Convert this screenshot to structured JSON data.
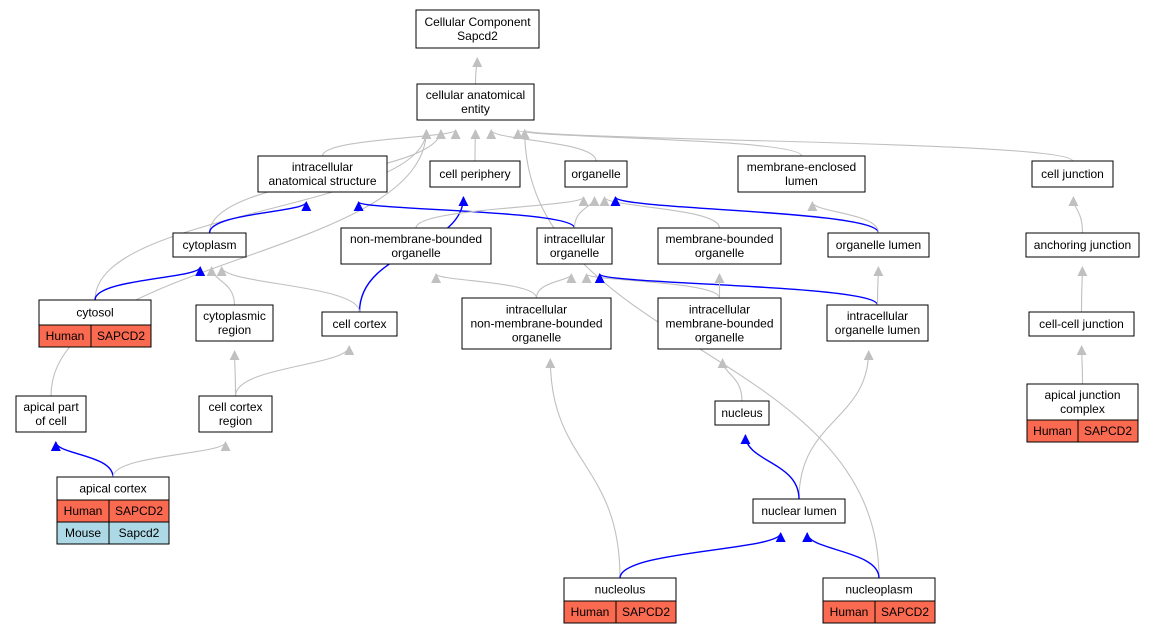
{
  "title": "Cellular Component Sapcd2",
  "colors": {
    "is_a_edge": "#c0c0c0",
    "part_of_edge": "#0000ff",
    "node_border": "#000000",
    "human": "#fa6a50",
    "mouse": "#add8e6"
  },
  "nodes": {
    "root": {
      "lines": [
        "Cellular Component",
        "Sapcd2"
      ]
    },
    "cae": {
      "lines": [
        "cellular anatomical",
        "entity"
      ]
    },
    "ias": {
      "lines": [
        "intracellular",
        "anatomical structure"
      ]
    },
    "periphery": {
      "lines": [
        "cell periphery"
      ]
    },
    "organelle": {
      "lines": [
        "organelle"
      ]
    },
    "mel": {
      "lines": [
        "membrane-enclosed",
        "lumen"
      ]
    },
    "junction": {
      "lines": [
        "cell junction"
      ]
    },
    "cytoplasm": {
      "lines": [
        "cytoplasm"
      ]
    },
    "nmbo": {
      "lines": [
        "non-membrane-bounded",
        "organelle"
      ]
    },
    "io": {
      "lines": [
        "intracellular",
        "organelle"
      ]
    },
    "mbo": {
      "lines": [
        "membrane-bounded",
        "organelle"
      ]
    },
    "olumen": {
      "lines": [
        "organelle lumen"
      ]
    },
    "anchoring": {
      "lines": [
        "anchoring junction"
      ]
    },
    "cytosol": {
      "lines": [
        "cytosol"
      ],
      "genes": [
        [
          "Human",
          "SAPCD2"
        ]
      ]
    },
    "cregion": {
      "lines": [
        "cytoplasmic",
        "region"
      ]
    },
    "cortex": {
      "lines": [
        "cell cortex"
      ]
    },
    "inmbo": {
      "lines": [
        "intracellular",
        "non-membrane-bounded",
        "organelle"
      ]
    },
    "imbo": {
      "lines": [
        "intracellular",
        "membrane-bounded",
        "organelle"
      ]
    },
    "iolumen": {
      "lines": [
        "intracellular",
        "organelle lumen"
      ]
    },
    "ccj": {
      "lines": [
        "cell-cell junction"
      ]
    },
    "apicalpart": {
      "lines": [
        "apical part",
        "of cell"
      ]
    },
    "ccregion": {
      "lines": [
        "cell cortex",
        "region"
      ]
    },
    "nucleus": {
      "lines": [
        "nucleus"
      ]
    },
    "ajc": {
      "lines": [
        "apical junction",
        "complex"
      ],
      "genes": [
        [
          "Human",
          "SAPCD2"
        ]
      ]
    },
    "apicalcortex": {
      "lines": [
        "apical cortex"
      ],
      "genes": [
        [
          "Human",
          "SAPCD2"
        ],
        [
          "Mouse",
          "Sapcd2"
        ]
      ]
    },
    "nlumen": {
      "lines": [
        "nuclear lumen"
      ]
    },
    "nucleolus": {
      "lines": [
        "nucleolus"
      ],
      "genes": [
        [
          "Human",
          "SAPCD2"
        ]
      ]
    },
    "nucleoplasm": {
      "lines": [
        "nucleoplasm"
      ],
      "genes": [
        [
          "Human",
          "SAPCD2"
        ]
      ]
    }
  },
  "edges": [
    [
      "cae",
      "root",
      "is_a"
    ],
    [
      "ias",
      "cae",
      "is_a"
    ],
    [
      "periphery",
      "cae",
      "is_a"
    ],
    [
      "organelle",
      "cae",
      "is_a"
    ],
    [
      "mel",
      "cae",
      "is_a"
    ],
    [
      "junction",
      "cae",
      "is_a"
    ],
    [
      "cytoplasm",
      "cae",
      "is_a"
    ],
    [
      "cytosol",
      "cae",
      "is_a"
    ],
    [
      "apicalpart",
      "cae",
      "is_a"
    ],
    [
      "nucleoplasm",
      "cae",
      "is_a"
    ],
    [
      "cytoplasm",
      "ias",
      "part_of"
    ],
    [
      "io",
      "ias",
      "part_of"
    ],
    [
      "cortex",
      "periphery",
      "part_of"
    ],
    [
      "nmbo",
      "organelle",
      "is_a"
    ],
    [
      "io",
      "organelle",
      "is_a"
    ],
    [
      "mbo",
      "organelle",
      "is_a"
    ],
    [
      "olumen",
      "organelle",
      "part_of"
    ],
    [
      "olumen",
      "mel",
      "is_a"
    ],
    [
      "anchoring",
      "junction",
      "is_a"
    ],
    [
      "cytosol",
      "cytoplasm",
      "part_of"
    ],
    [
      "cregion",
      "cytoplasm",
      "is_a"
    ],
    [
      "cortex",
      "cytoplasm",
      "is_a"
    ],
    [
      "inmbo",
      "nmbo",
      "is_a"
    ],
    [
      "inmbo",
      "io",
      "is_a"
    ],
    [
      "imbo",
      "io",
      "is_a"
    ],
    [
      "iolumen",
      "io",
      "part_of"
    ],
    [
      "imbo",
      "mbo",
      "is_a"
    ],
    [
      "iolumen",
      "olumen",
      "is_a"
    ],
    [
      "ccj",
      "anchoring",
      "is_a"
    ],
    [
      "ccregion",
      "cregion",
      "is_a"
    ],
    [
      "ccregion",
      "cortex",
      "is_a"
    ],
    [
      "nucleolus",
      "inmbo",
      "is_a"
    ],
    [
      "nucleus",
      "imbo",
      "is_a"
    ],
    [
      "nlumen",
      "iolumen",
      "is_a"
    ],
    [
      "ajc",
      "ccj",
      "is_a"
    ],
    [
      "apicalcortex",
      "apicalpart",
      "part_of"
    ],
    [
      "apicalcortex",
      "ccregion",
      "is_a"
    ],
    [
      "nlumen",
      "nucleus",
      "part_of"
    ],
    [
      "nucleolus",
      "nlumen",
      "part_of"
    ],
    [
      "nucleoplasm",
      "nlumen",
      "part_of"
    ]
  ]
}
